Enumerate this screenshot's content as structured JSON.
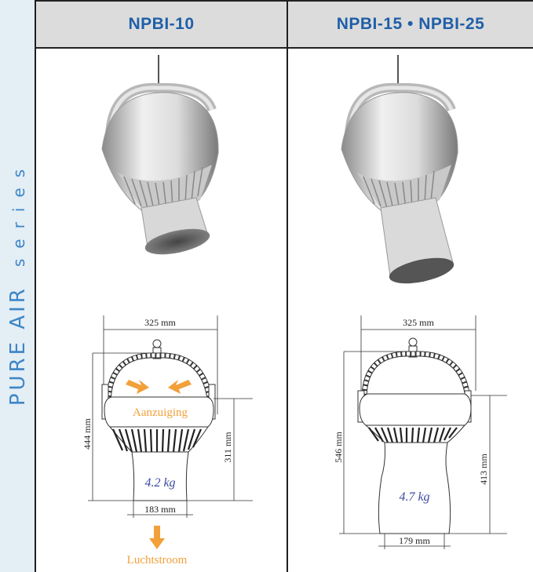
{
  "sidebar": {
    "title_main": "PURE AIR",
    "title_sub": "series"
  },
  "columns": [
    {
      "header": "NPBI-10"
    },
    {
      "header": "NPBI-15 • NPBI-25"
    }
  ],
  "npbi10": {
    "top_width": "325 mm",
    "height_total": "444 mm",
    "height_body": "311 mm",
    "bottom_width": "183 mm",
    "weight": "4.2 kg",
    "intake_label": "Aanzuiging",
    "airflow_label": "Luchtstroom"
  },
  "npbi15": {
    "top_width": "325 mm",
    "height_total": "546 mm",
    "height_body": "413 mm",
    "bottom_width": "179 mm",
    "weight": "4.7  kg"
  },
  "colors": {
    "accent": "#3d86c6",
    "header_text": "#1f5fa8",
    "orange": "#f2a03a",
    "weight_text": "#3c4aa0"
  }
}
